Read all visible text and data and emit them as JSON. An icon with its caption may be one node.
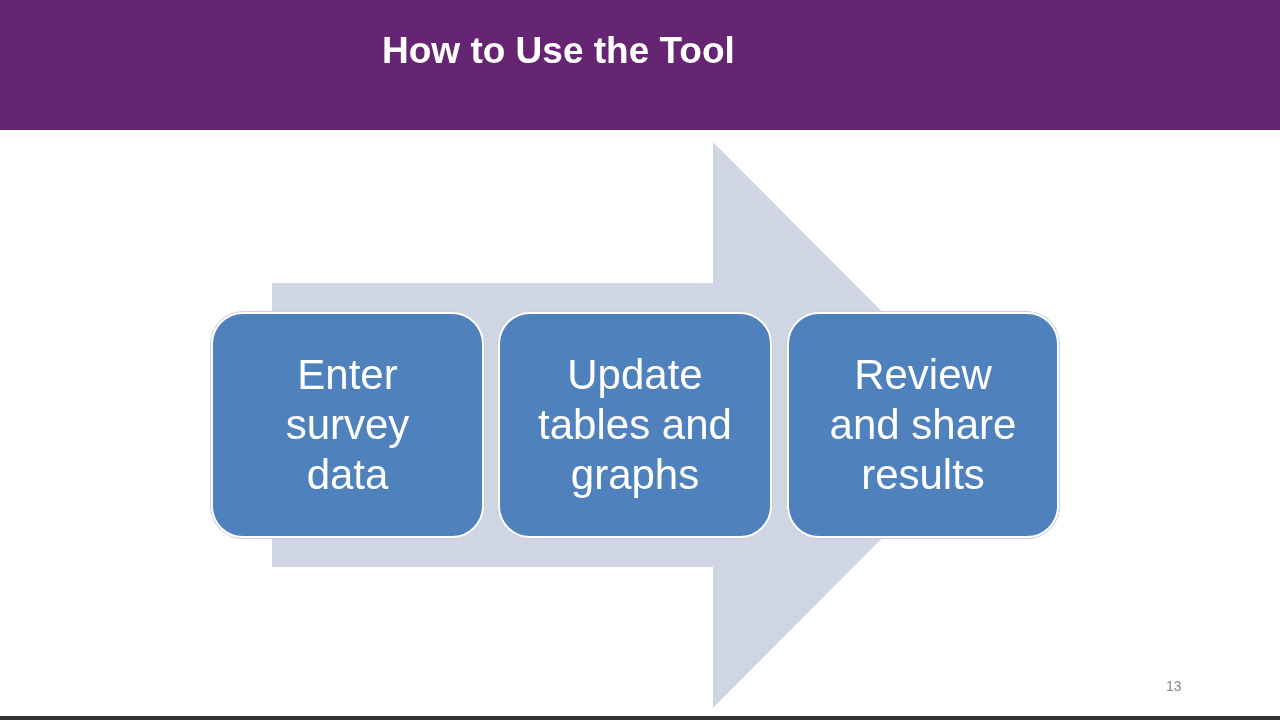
{
  "diagram": {
    "title": "How to Use the Tool",
    "nodes": [
      {
        "text": [
          "Enter survey data"
        ]
      },
      {
        "text": [
          "Update tables and graphs"
        ]
      },
      {
        "text": [
          "Review and share results"
        ]
      }
    ],
    "edges": [
      {
        "from": 0,
        "to": 2,
        "arrow": "to"
      }
    ],
    "labels": [
      "13"
    ]
  }
}
